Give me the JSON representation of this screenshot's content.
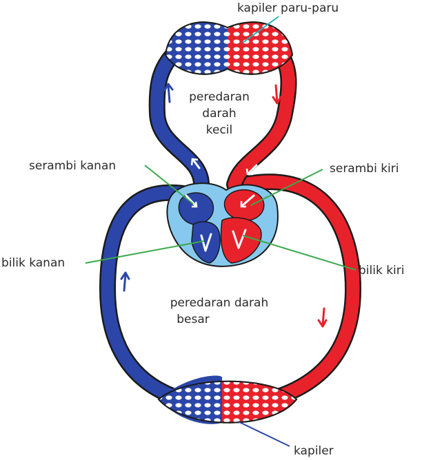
{
  "labels": {
    "lung_capillaries": "kapiler paru-paru",
    "pulmonary_circulation_line1": "peredaran",
    "pulmonary_circulation_line2": "darah",
    "pulmonary_circulation_line3": "kecil",
    "right_atrium": "serambi kanan",
    "left_atrium": "serambi kiri",
    "right_ventricle": "bilik kanan",
    "left_ventricle": "bilik kiri",
    "systemic_circulation_line1": "peredaran darah",
    "systemic_circulation_line2": "besar",
    "capillaries": "kapiler"
  },
  "colors": {
    "deoxygenated": "#2b46a8",
    "oxygenated": "#e8222b",
    "heart_sac": "#87c9ee",
    "outline": "#1a1a1a",
    "leader_green": "#3aa84a",
    "leader_teal": "#1fb3b8",
    "leader_blue": "#2b46a8"
  }
}
